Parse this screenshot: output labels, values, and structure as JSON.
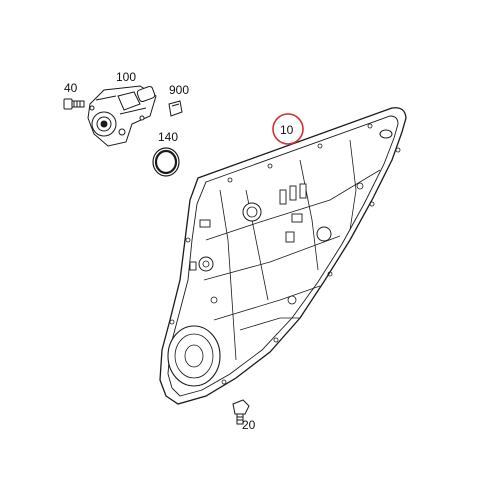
{
  "callouts": {
    "c40": "40",
    "c100": "100",
    "c900": "900",
    "c140": "140",
    "c10": "10",
    "c20": "20"
  },
  "highlight_color": "#d0302a",
  "line_color": "#1a1a1a"
}
